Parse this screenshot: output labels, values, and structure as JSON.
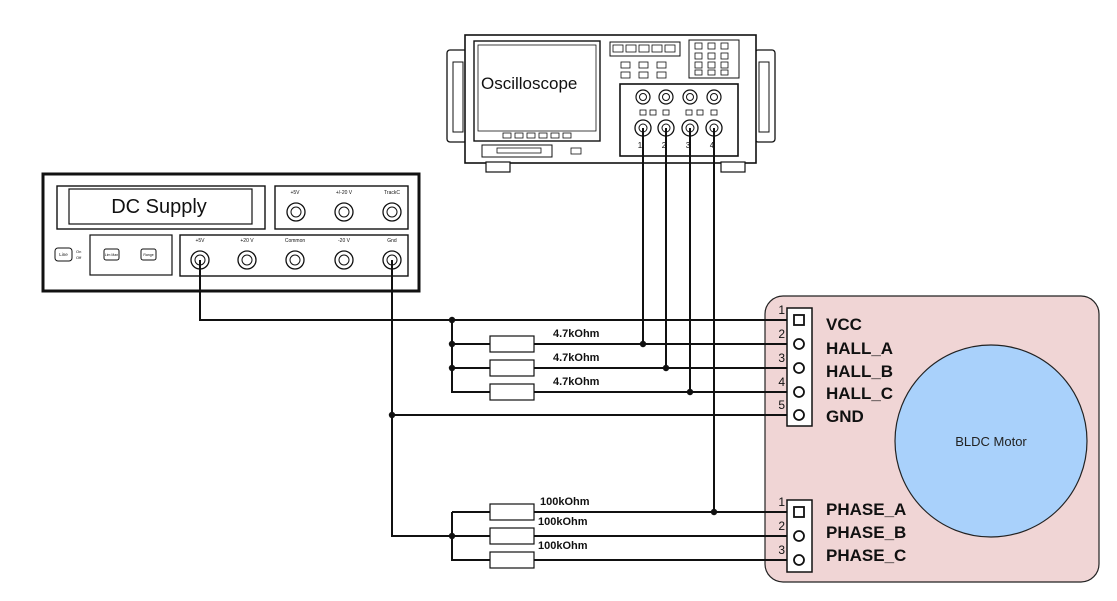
{
  "oscilloscope": {
    "title": "Oscilloscope",
    "channel_labels": [
      "1",
      "2",
      "3",
      "4"
    ]
  },
  "dc_supply": {
    "title": "DC Supply",
    "top_jack_labels": [
      "+5V",
      "+/-20 V",
      "TrackC"
    ],
    "bottom_jack_labels": [
      "+5V",
      "+20 V",
      "Common",
      "-20 V",
      "Gnd"
    ],
    "switch_label": "Line",
    "switch_on": "On",
    "switch_off": "Off",
    "button_1": "Lim Man",
    "button_2": "Range"
  },
  "pullup_resistors": [
    "4.7kOhm",
    "4.7kOhm",
    "4.7kOhm"
  ],
  "phase_resistors": [
    "100kOhm",
    "100kOhm",
    "100kOhm"
  ],
  "hall_connector": {
    "pin_numbers": [
      "1",
      "2",
      "3",
      "4",
      "5"
    ],
    "pin_names": [
      "VCC",
      "HALL_A",
      "HALL_B",
      "HALL_C",
      "GND"
    ]
  },
  "phase_connector": {
    "pin_numbers": [
      "1",
      "2",
      "3"
    ],
    "pin_names": [
      "PHASE_A",
      "PHASE_B",
      "PHASE_C"
    ]
  },
  "motor": {
    "label": "BLDC Motor",
    "housing_color": "#f0d5d5",
    "rotor_color": "#a9d1fb"
  }
}
